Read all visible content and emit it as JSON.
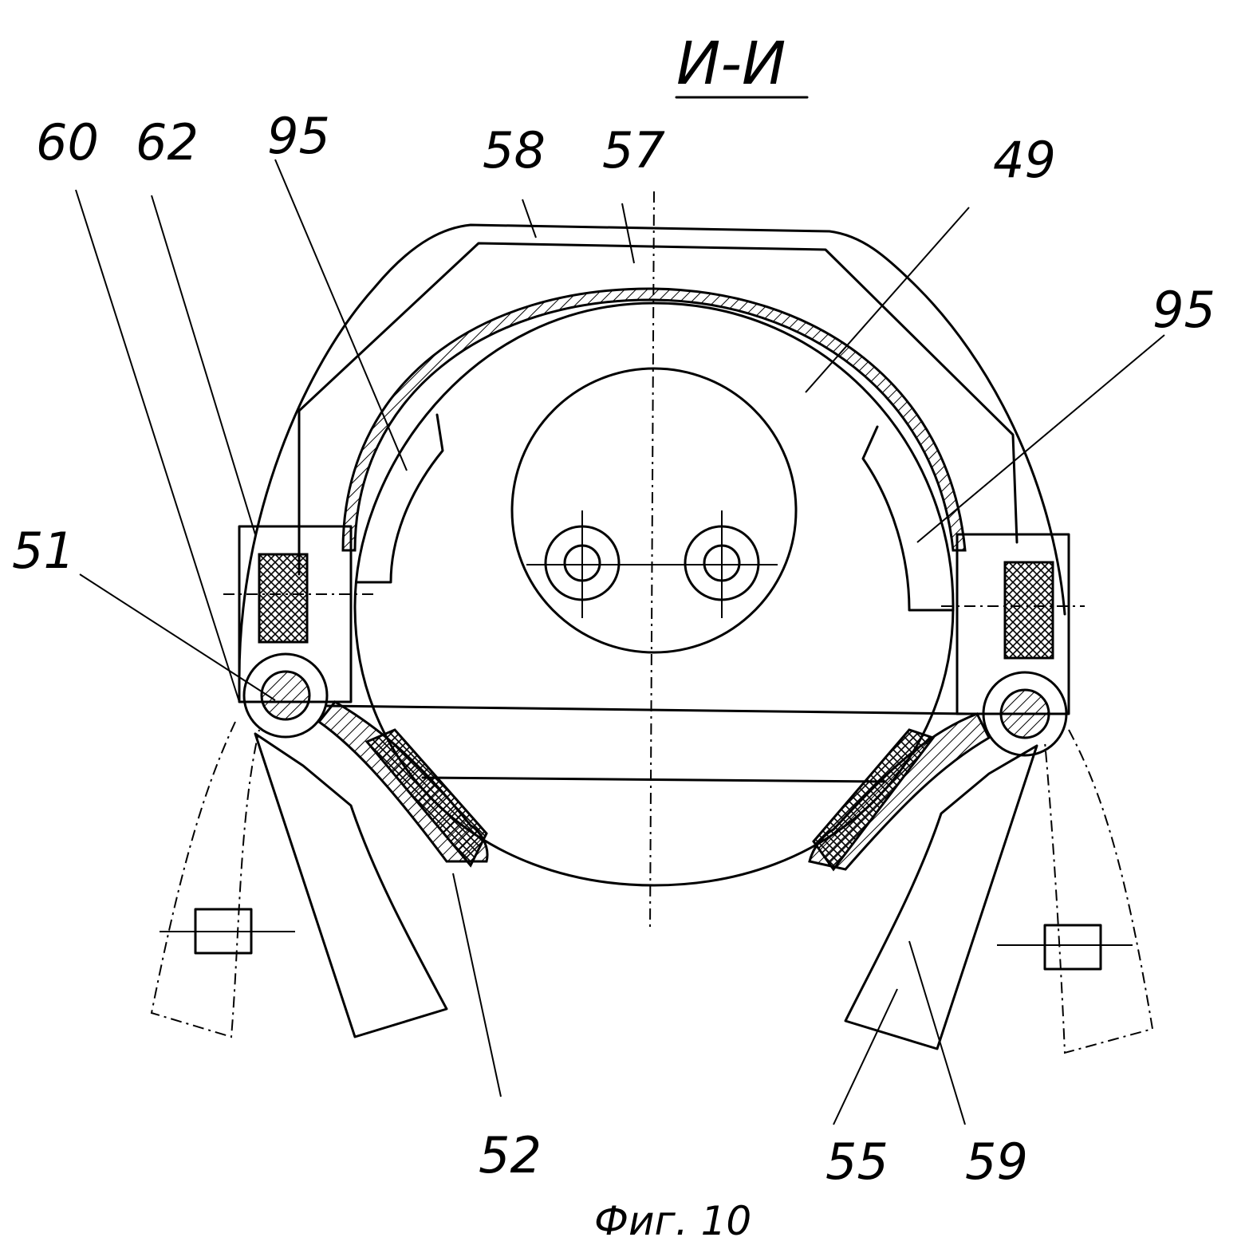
{
  "section_title": "И-И",
  "caption": "Фиг. 10",
  "labels": {
    "l60": "60",
    "l62": "62",
    "l95a": "95",
    "l58": "58",
    "l57": "57",
    "l49": "49",
    "l95b": "95",
    "l51": "51",
    "l52": "52",
    "l55": "55",
    "l59": "59"
  }
}
